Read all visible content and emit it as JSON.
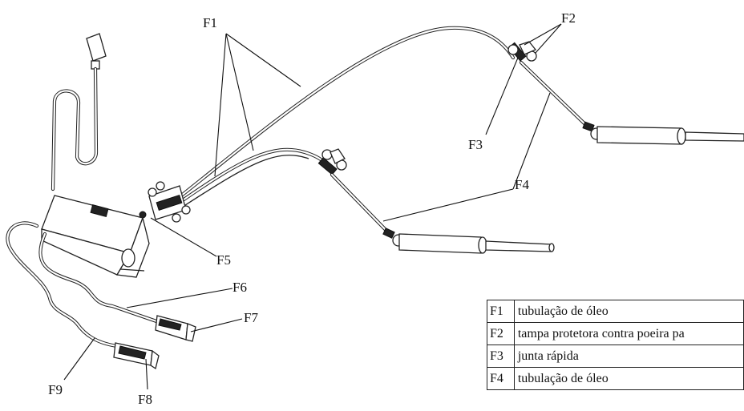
{
  "callouts": {
    "f1": "F1",
    "f2": "F2",
    "f3": "F3",
    "f4": "F4",
    "f5": "F5",
    "f6": "F6",
    "f7": "F7",
    "f8": "F8",
    "f9": "F9"
  },
  "legend": {
    "rows": [
      {
        "code": "F1",
        "description": "tubulação de óleo"
      },
      {
        "code": "F2",
        "description": "tampa protetora contra poeira pa"
      },
      {
        "code": "F3",
        "description": "junta rápida"
      },
      {
        "code": "F4",
        "description": "tubulação de óleo"
      }
    ]
  }
}
